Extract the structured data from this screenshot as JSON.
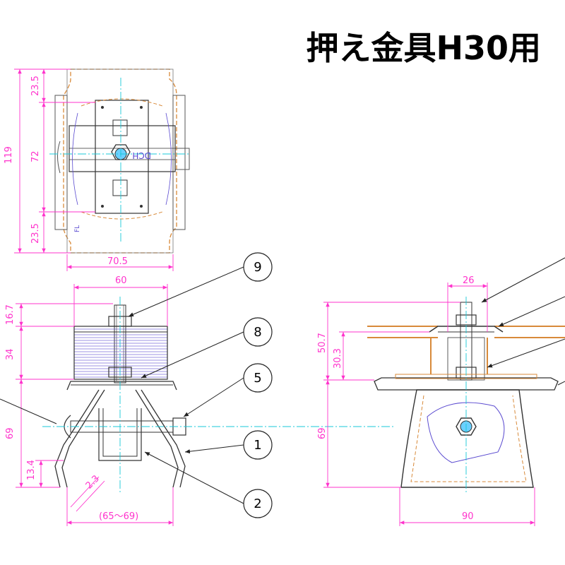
{
  "title": "押え金具H30用",
  "colors": {
    "dimension": "#ff33cc",
    "centerline": "#18c8d8",
    "hidden_orange": "#d88a3a",
    "outline": "#222222",
    "blue_detail": "#5a4ad0"
  },
  "top_view": {
    "dims": {
      "overall_height": "119",
      "top": "23.5",
      "middle": "72",
      "bottom": "23.5",
      "width": "70.5"
    },
    "label_fl": "FL",
    "stamp": "DCH"
  },
  "front_view": {
    "dims": {
      "top_width": "60",
      "h1": "16.7",
      "h2": "34",
      "h3": "69",
      "h4": "13.4",
      "slope": "2.3",
      "span": "(65～69)"
    }
  },
  "side_view": {
    "dims": {
      "top_width": "26",
      "h_total": "50.7",
      "h_part": "30.3",
      "h_base": "69",
      "base_width": "90"
    }
  },
  "callouts": [
    "9",
    "8",
    "5",
    "1",
    "2"
  ]
}
